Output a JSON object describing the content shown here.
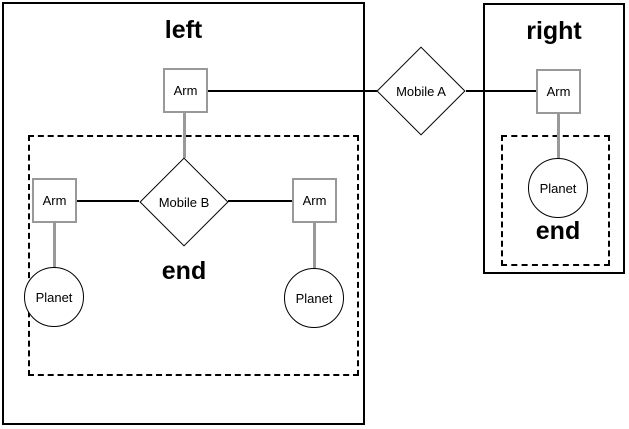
{
  "containers": {
    "left": {
      "title": "left"
    },
    "right": {
      "title": "right"
    }
  },
  "groups": {
    "left_end": {
      "label": "end"
    },
    "right_end": {
      "label": "end"
    }
  },
  "nodes": {
    "arm_top": {
      "label": "Arm"
    },
    "arm_left": {
      "label": "Arm"
    },
    "arm_mid": {
      "label": "Arm"
    },
    "arm_right": {
      "label": "Arm"
    },
    "mobile_a": {
      "label": "Mobile A"
    },
    "mobile_b": {
      "label": "Mobile B"
    },
    "planet_left": {
      "label": "Planet"
    },
    "planet_mid": {
      "label": "Planet"
    },
    "planet_right": {
      "label": "Planet"
    }
  },
  "colors": {
    "stroke": "#000000",
    "arm_stroke": "#999999",
    "background": "#ffffff"
  }
}
